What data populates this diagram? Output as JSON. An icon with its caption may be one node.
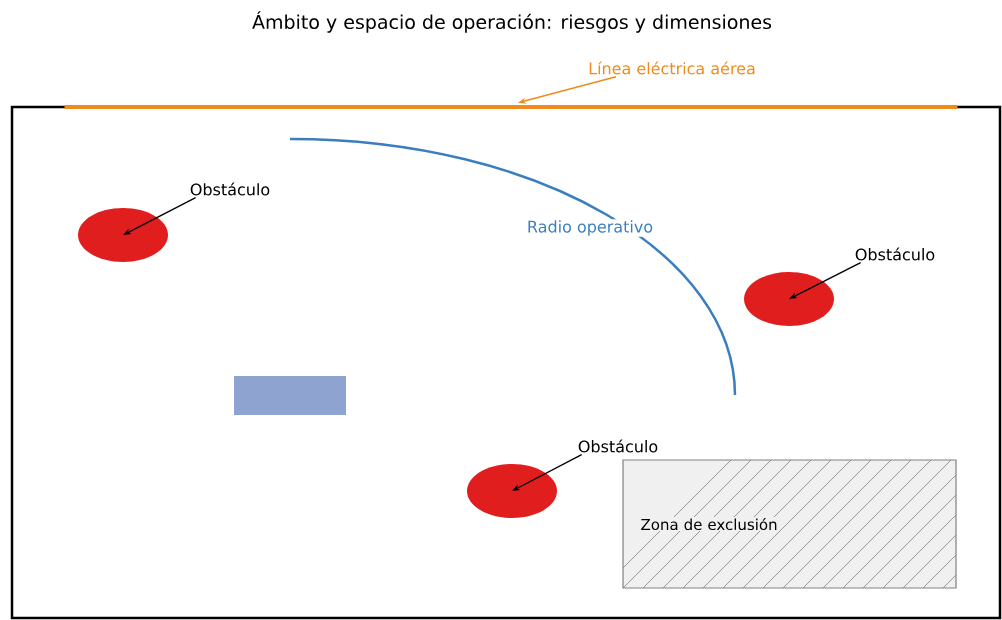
{
  "diagram": {
    "title": "Ámbito y espacio de operación: riesgos y dimensiones",
    "nodes": [
      {
        "text": [
          "Línea eléctrica aérea"
        ]
      },
      {
        "text": [],
        "shape": "line"
      },
      {
        "text": [
          "Obstáculo"
        ]
      },
      {
        "text": [],
        "shape": "ellipse"
      },
      {
        "text": [
          "Obstáculo"
        ]
      },
      {
        "text": [],
        "shape": "ellipse"
      },
      {
        "text": [
          "Obstáculo"
        ]
      },
      {
        "text": [],
        "shape": "ellipse"
      },
      {
        "text": [
          "Zona de exclusión"
        ]
      },
      {
        "text": [],
        "shape": "box"
      }
    ],
    "edges": [
      {
        "from": 0,
        "to": 1,
        "arrow": "to",
        "color": "#f08a1c"
      },
      {
        "from": 2,
        "to": 3,
        "arrow": "to"
      },
      {
        "from": 4,
        "to": 5,
        "arrow": "to"
      },
      {
        "from": 6,
        "to": 7,
        "arrow": "to"
      }
    ],
    "labels": [
      "Radio operativo"
    ]
  }
}
